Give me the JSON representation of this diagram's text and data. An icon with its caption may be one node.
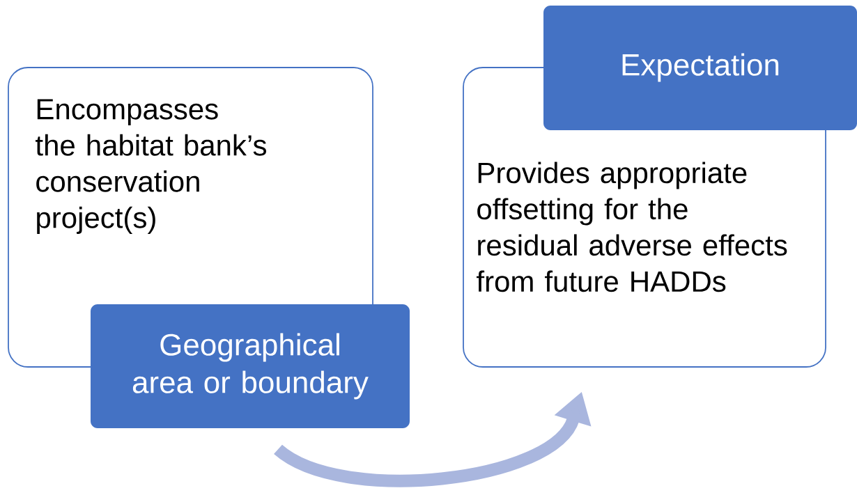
{
  "diagram": {
    "nodes": [
      {
        "text": [
          "Encompasses the habitat bank’s conservation project(s)"
        ]
      },
      {
        "text": [
          "Geographical area or boundary"
        ]
      },
      {
        "text": [
          "Provides appropriate offsetting for the residual adverse effects from future HADDs"
        ]
      },
      {
        "text": [
          "Expectation"
        ]
      }
    ],
    "edges": [
      {
        "from": 1,
        "to": 2,
        "arrow": "to",
        "color": "#a9b6de"
      }
    ]
  }
}
